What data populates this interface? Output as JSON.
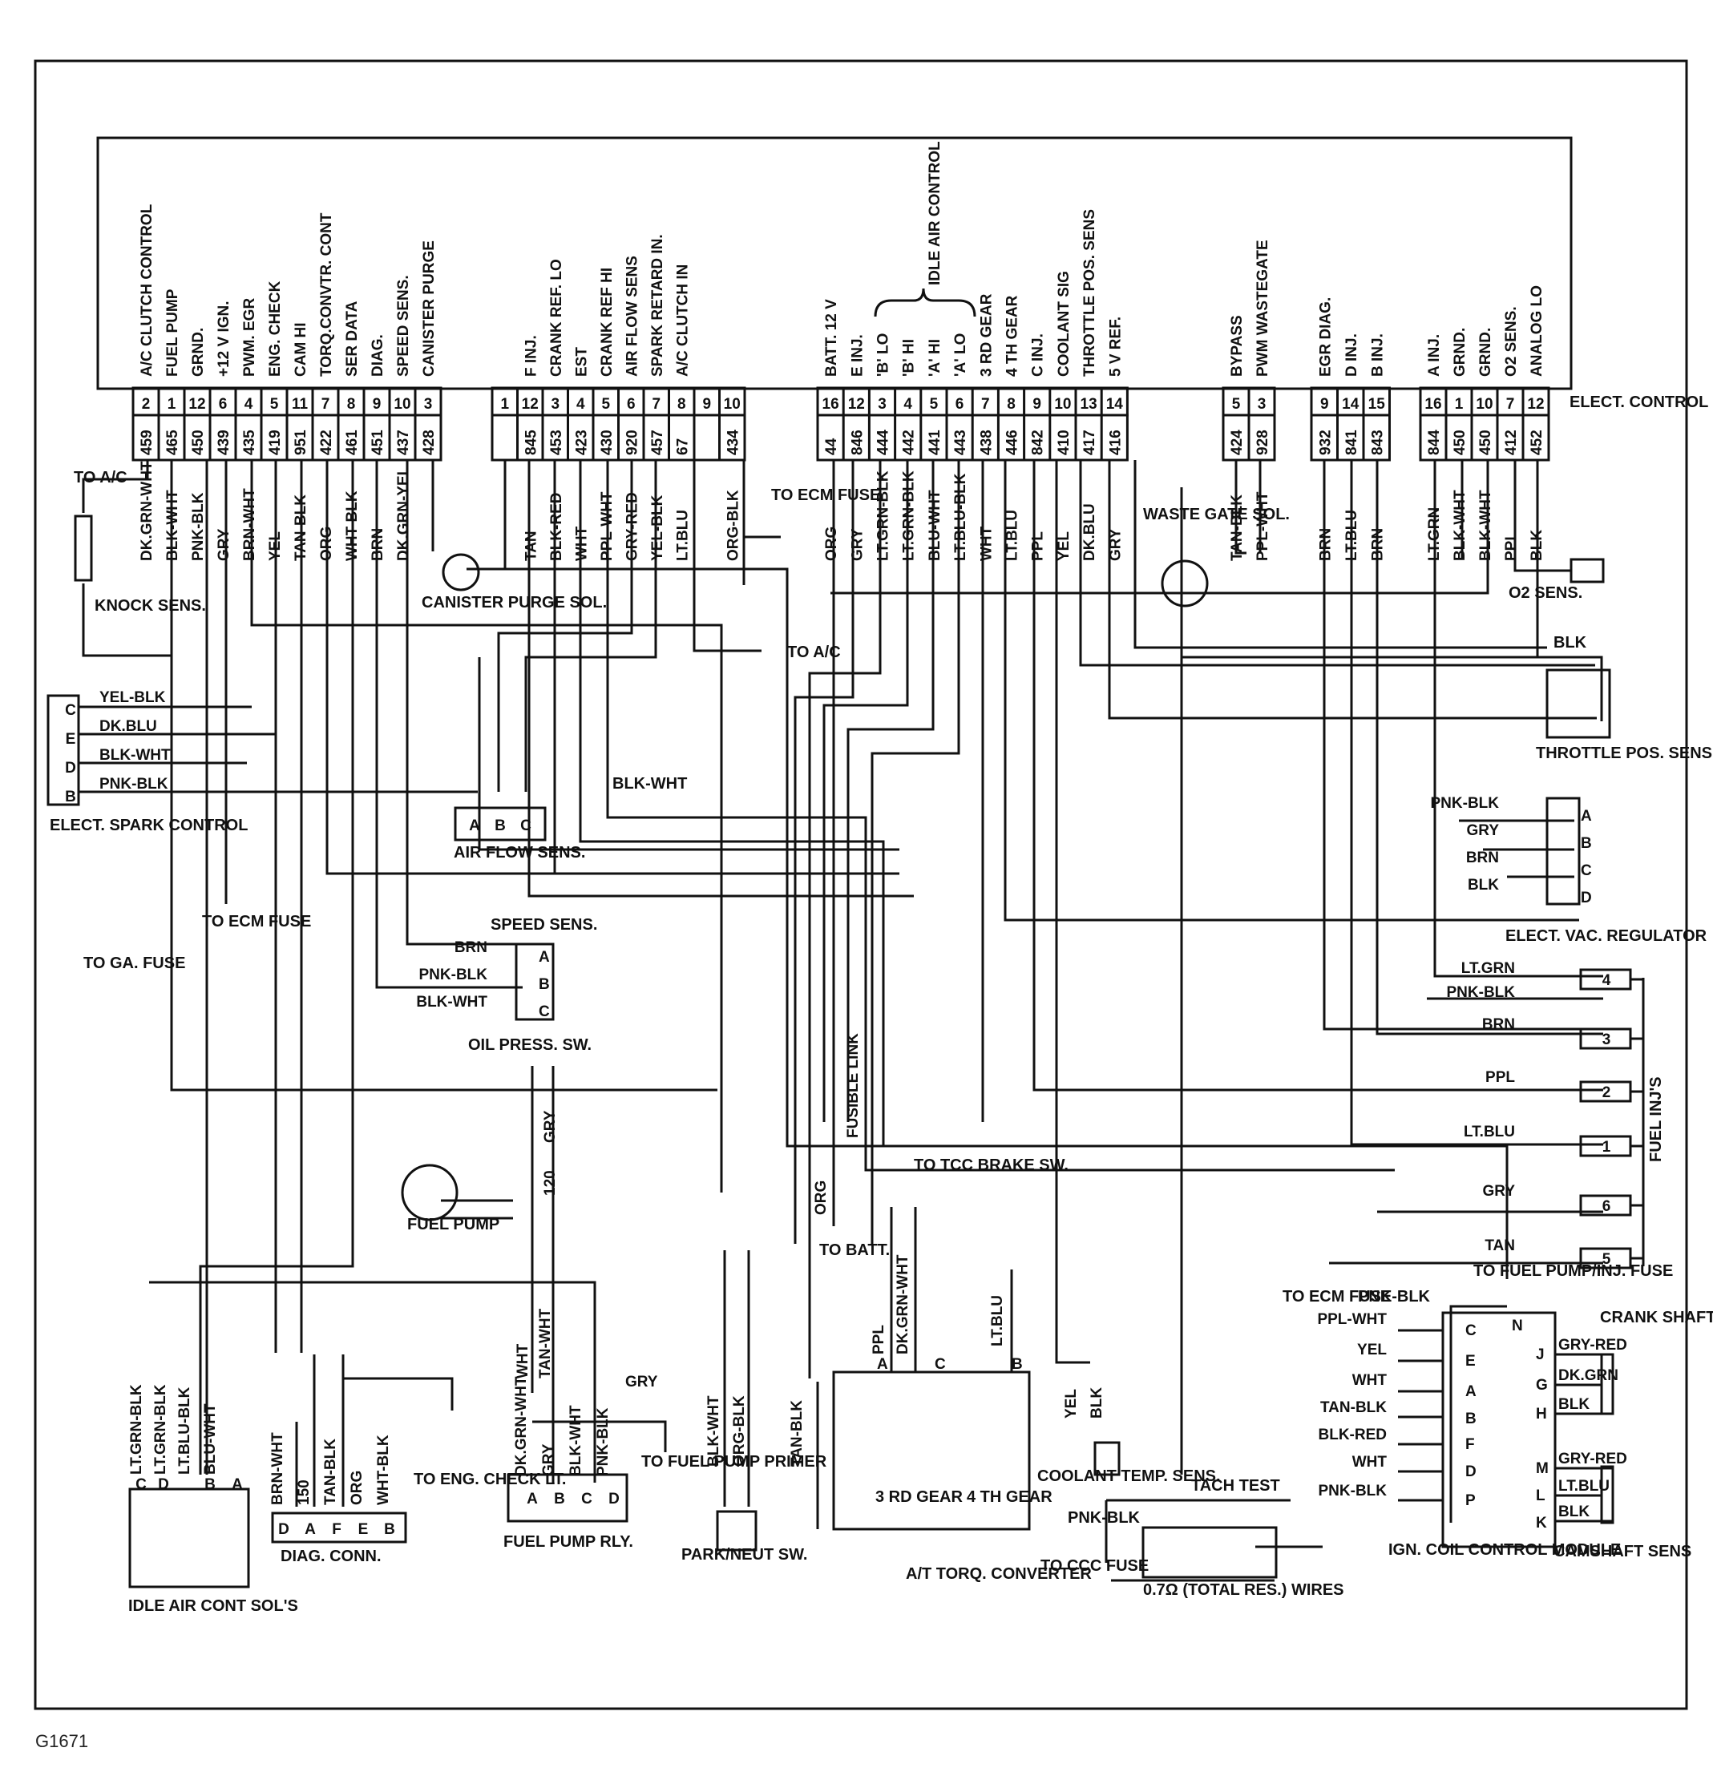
{
  "ecm": {
    "label": "ELECT. CONTROL MODULE",
    "groups": [
      {
        "pins": [
          {
            "func": "A/C CLUTCH CONTROL",
            "pin": "2",
            "circuit": "459",
            "wire": "DK.GRN-WHT"
          },
          {
            "func": "FUEL PUMP",
            "pin": "1",
            "circuit": "465",
            "wire": "BLK-WHT"
          },
          {
            "func": "GRND.",
            "pin": "12",
            "circuit": "450",
            "wire": "PNK-BLK"
          },
          {
            "func": "+12 V IGN.",
            "pin": "6",
            "circuit": "439",
            "wire": "GRY"
          },
          {
            "func": "PWM. EGR",
            "pin": "4",
            "circuit": "435",
            "wire": "BRN-WHT"
          },
          {
            "func": "ENG. CHECK",
            "pin": "5",
            "circuit": "419",
            "wire": "YEL"
          },
          {
            "func": "CAM HI",
            "pin": "11",
            "circuit": "951",
            "wire": "TAN-BLK"
          },
          {
            "func": "TORQ.CONVTR. CONT",
            "pin": "7",
            "circuit": "422",
            "wire": "ORG"
          },
          {
            "func": "SER DATA",
            "pin": "8",
            "circuit": "461",
            "wire": "WHT-BLK"
          },
          {
            "func": "DIAG.",
            "pin": "9",
            "circuit": "451",
            "wire": "BRN"
          },
          {
            "func": "SPEED SENS.",
            "pin": "10",
            "circuit": "437",
            "wire": "DK.GRN-YEL"
          },
          {
            "func": "CANISTER PURGE",
            "pin": "3",
            "circuit": "428",
            "wire": ""
          }
        ]
      },
      {
        "pins": [
          {
            "func": "",
            "pin": "1",
            "circuit": "",
            "wire": ""
          },
          {
            "func": "F INJ.",
            "pin": "12",
            "circuit": "845",
            "wire": "TAN"
          },
          {
            "func": "CRANK REF. LO",
            "pin": "3",
            "circuit": "453",
            "wire": "BLK-RED"
          },
          {
            "func": "EST",
            "pin": "4",
            "circuit": "423",
            "wire": "WHT"
          },
          {
            "func": "CRANK REF HI",
            "pin": "5",
            "circuit": "430",
            "wire": "PPL-WHT"
          },
          {
            "func": "AIR FLOW SENS",
            "pin": "6",
            "circuit": "920",
            "wire": "GRY-RED"
          },
          {
            "func": "SPARK RETARD IN.",
            "pin": "7",
            "circuit": "457",
            "wire": "YEL-BLK"
          },
          {
            "func": "A/C CLUTCH IN",
            "pin": "8",
            "circuit": "67",
            "wire": "LT.BLU"
          },
          {
            "func": "",
            "pin": "9",
            "circuit": "",
            "wire": ""
          },
          {
            "func": "",
            "pin": "10",
            "circuit": "434",
            "wire": "ORG-BLK"
          }
        ]
      },
      {
        "pins": [
          {
            "func": "BATT. 12 V",
            "pin": "16",
            "circuit": "44",
            "wire": "ORG"
          },
          {
            "func": "E INJ.",
            "pin": "12",
            "circuit": "846",
            "wire": "GRY"
          },
          {
            "func": "'B' LO",
            "pin": "3",
            "circuit": "444",
            "wire": "LT.GRN-BLK"
          },
          {
            "func": "'B' HI",
            "pin": "4",
            "circuit": "442",
            "wire": "LT.GRN-BLK"
          },
          {
            "func": "'A' HI",
            "pin": "5",
            "circuit": "441",
            "wire": "BLU-WHT"
          },
          {
            "func": "'A' LO",
            "pin": "6",
            "circuit": "443",
            "wire": "LT.BLU-BLK"
          },
          {
            "func": "3 RD GEAR",
            "pin": "7",
            "circuit": "438",
            "wire": "WHT"
          },
          {
            "func": "4 TH GEAR",
            "pin": "8",
            "circuit": "446",
            "wire": "LT.BLU"
          },
          {
            "func": "C INJ.",
            "pin": "9",
            "circuit": "842",
            "wire": "PPL"
          },
          {
            "func": "COOLANT SIG",
            "pin": "10",
            "circuit": "410",
            "wire": "YEL"
          },
          {
            "func": "THROTTLE POS. SENS",
            "pin": "13",
            "circuit": "417",
            "wire": "DK.BLU"
          },
          {
            "func": "5 V REF.",
            "pin": "14",
            "circuit": "416",
            "wire": "GRY"
          }
        ]
      },
      {
        "pins": [
          {
            "func": "BYPASS",
            "pin": "5",
            "circuit": "424",
            "wire": "TAN-BLK"
          },
          {
            "func": "PWM WASTEGATE",
            "pin": "3",
            "circuit": "928",
            "wire": "PPL-WHT"
          }
        ]
      },
      {
        "pins": [
          {
            "func": "EGR DIAG.",
            "pin": "9",
            "circuit": "932",
            "wire": "BRN"
          },
          {
            "func": "D INJ.",
            "pin": "14",
            "circuit": "841",
            "wire": "LT.BLU"
          },
          {
            "func": "B INJ.",
            "pin": "15",
            "circuit": "843",
            "wire": "BRN"
          }
        ]
      },
      {
        "pins": [
          {
            "func": "A INJ.",
            "pin": "16",
            "circuit": "844",
            "wire": "LT.GRN"
          },
          {
            "func": "GRND.",
            "pin": "1",
            "circuit": "450",
            "wire": "BLK-WHT"
          },
          {
            "func": "GRND.",
            "pin": "10",
            "circuit": "450",
            "wire": "BLK-WHT"
          },
          {
            "func": "O2 SENS.",
            "pin": "7",
            "circuit": "412",
            "wire": "PPL"
          },
          {
            "func": "ANALOG LO",
            "pin": "12",
            "circuit": "452",
            "wire": "BLK"
          }
        ]
      }
    ],
    "idle_air_label": "IDLE AIR CONTROL"
  },
  "labels": {
    "to_ac_1": "TO A/C",
    "knock_sens": "KNOCK SENS.",
    "canister": "CANISTER PURGE SOL.",
    "to_ecm_fuse_top": "TO ECM FUSE",
    "to_ac_2": "TO A/C",
    "waste_gate": "WASTE GATE SOL.",
    "o2_sens": "O2 SENS.",
    "blk_tps": "BLK",
    "throttle": "THROTTLE POS. SENS.",
    "esc": "ELECT. SPARK CONTROL",
    "esc_pins": [
      "C",
      "E",
      "D",
      "B"
    ],
    "esc_wires": [
      "YEL-BLK",
      "DK.BLU",
      "BLK-WHT",
      "PNK-BLK"
    ],
    "airflow": "AIR FLOW SENS.",
    "airflow_pins": [
      "A",
      "B",
      "C"
    ],
    "blk_wht_af": "BLK-WHT",
    "to_ecm_fuse_left": "TO ECM FUSE",
    "evac": "ELECT. VAC. REGULATOR",
    "evac_pins": [
      "A",
      "B",
      "C",
      "D"
    ],
    "evac_wires": [
      "PNK-BLK",
      "GRY",
      "BRN",
      "BLK"
    ],
    "speed_sens": "SPEED SENS.",
    "speed_pins": [
      "A",
      "B",
      "C"
    ],
    "speed_wires": [
      "BRN",
      "PNK-BLK",
      "BLK-WHT"
    ],
    "to_ga_fuse": "TO GA. FUSE",
    "oil_press": "OIL PRESS. SW.",
    "gry_oil": "GRY",
    "c120": "120",
    "fusible": "FUSIBLE LINK",
    "org_batt": "ORG",
    "to_batt": "TO BATT.",
    "fuel_pump": "FUEL PUMP",
    "to_tcc": "TO TCC BRAKE SW.",
    "fuel_injs": "FUEL INJ'S",
    "inj_wires": [
      "LT.GRN",
      "PNK-BLK",
      "BRN",
      "PPL",
      "LT.BLU",
      "GRY",
      "TAN"
    ],
    "inj_nums": [
      "4",
      "3",
      "2",
      "1",
      "6",
      "5"
    ],
    "to_fuel_pump_fuse": "TO FUEL PUMP/INJ. FUSE",
    "to_ecm_fuse_icm": "TO ECM FUSE",
    "pnk_blk_icm": "PNK-BLK",
    "crank_sens": "CRANK SHAFT SENS",
    "cam_sens": "CAMSHAFT SENS",
    "icm": "IGN. COIL CONTROL MODULE",
    "icm_left_pins": [
      "C",
      "E",
      "A",
      "B",
      "F",
      "D",
      "P"
    ],
    "icm_left_wires": [
      "PPL-WHT",
      "YEL",
      "WHT",
      "TAN-BLK",
      "BLK-RED",
      "WHT",
      "PNK-BLK"
    ],
    "icm_n": "N",
    "icm_right_pins": [
      "J",
      "G",
      "H",
      "M",
      "L",
      "K"
    ],
    "icm_right_wires": [
      "GRY-RED",
      "DK.GRN",
      "BLK",
      "GRY-RED",
      "LT.BLU",
      "BLK"
    ],
    "tach": "TACH TEST",
    "pnk_blk_res": "PNK-BLK",
    "to_ccc": "TO CCC FUSE",
    "res": "0.7Ω (TOTAL RES.) WIRES",
    "coolant": "COOLANT TEMP. SENS.",
    "coolant_wires": [
      "YEL",
      "BLK"
    ],
    "torq": "A/T TORQ. CONVERTER",
    "torq_pins": [
      "A",
      "C",
      "B"
    ],
    "torq_wires": [
      "PPL",
      "DK.GRN-WHT",
      "LT.BLU"
    ],
    "gear3": "3 RD GEAR",
    "gear4": "4 TH GEAR",
    "tan_blk": "TAN-BLK",
    "park": "PARK/NEUT SW.",
    "park_wires": [
      "BLK-WHT",
      "ORG-BLK"
    ],
    "fprly": "FUEL PUMP RLY.",
    "fprly_pins": [
      "A",
      "B",
      "C",
      "D"
    ],
    "fprly_wires": [
      "DK.GRN-WHT",
      "GRY",
      "BLK-WHT",
      "PNK-BLK"
    ],
    "wht_tan": [
      "WHT",
      "TAN-WHT"
    ],
    "gry_primer": "GRY",
    "to_primer": "TO FUEL PUMP PRIMER",
    "to_eng_check": "TO ENG. CHECK LT.",
    "diag": "DIAG. CONN.",
    "diag_pins": [
      "D",
      "A",
      "F",
      "E",
      "B"
    ],
    "diag_wires": [
      "BRN-WHT",
      "150",
      "TAN-BLK",
      "ORG",
      "WHT-BLK"
    ],
    "iac": "IDLE AIR CONT SOL'S",
    "iac_pins": [
      "C",
      "D",
      "B",
      "A"
    ],
    "iac_wires": [
      "LT.GRN-BLK",
      "LT.GRN-BLK",
      "LT.BLU-BLK",
      "BLU-WHT"
    ],
    "figure_id": "G1671"
  }
}
